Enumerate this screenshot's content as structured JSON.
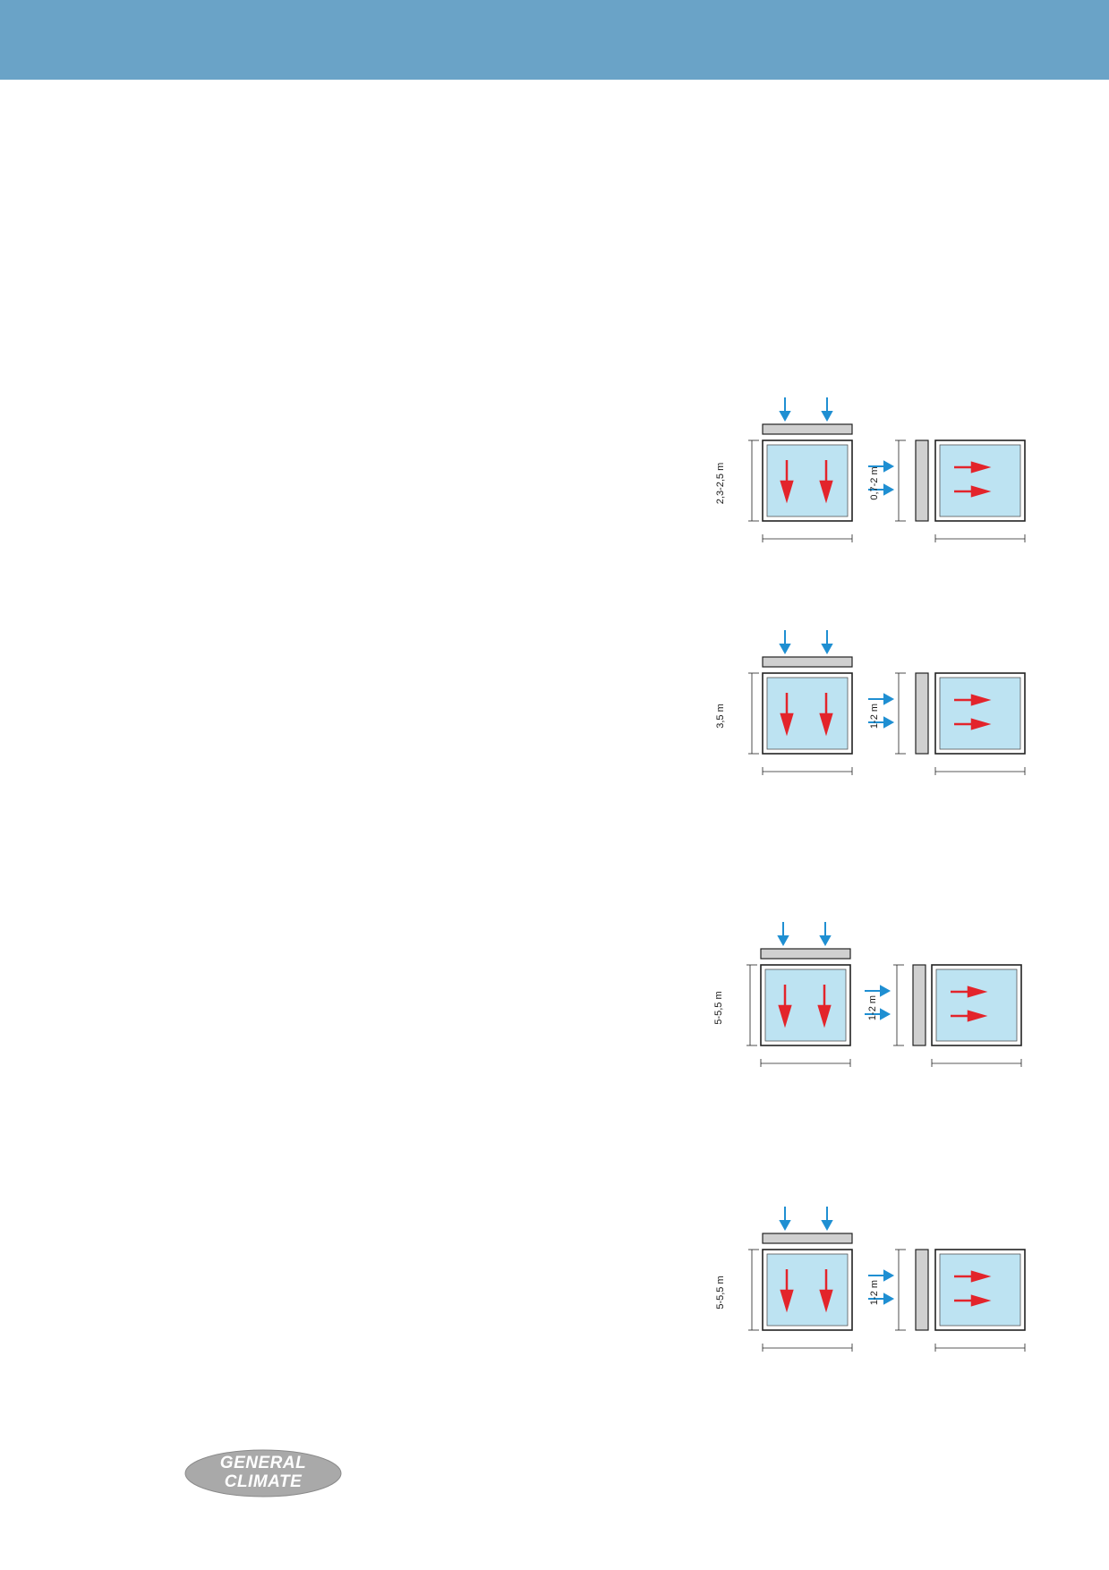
{
  "colors": {
    "header": "#6aa3c7",
    "room_fill": "#bde3f2",
    "warm_arrow": "#e3242b",
    "cool_arrow": "#1f8fd2",
    "curtain": "#d0d0d0"
  },
  "diagrams": [
    {
      "left_dimension": "2,3-2,5 m",
      "right_dimension": "0,7-2 m"
    },
    {
      "left_dimension": "3,5 m",
      "right_dimension": "1-2 m"
    },
    {
      "left_dimension": "5-5,5 m",
      "right_dimension": "1-2 m"
    },
    {
      "left_dimension": "5-5,5 m",
      "right_dimension": "1-2 m"
    }
  ],
  "logo": {
    "line1": "GENERAL",
    "line2": "CLIMATE"
  }
}
